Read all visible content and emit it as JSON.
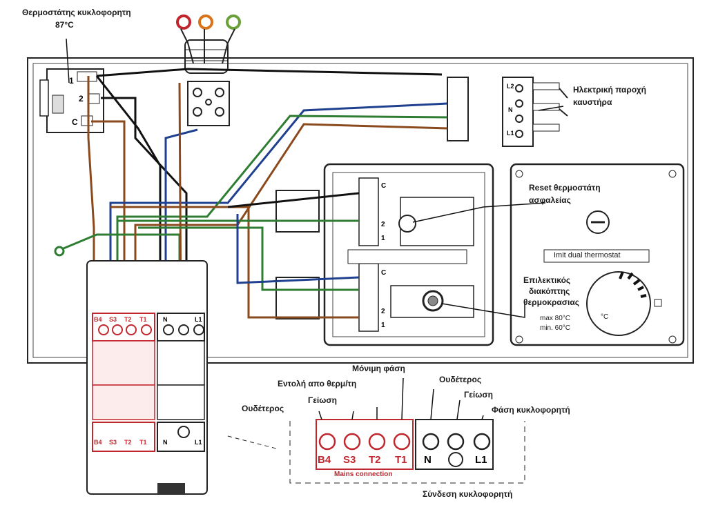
{
  "labels": {
    "circ_thermostat": "Θερμοστάτης κυκλοφορητη",
    "circ_temp": "87°C",
    "power_supply_line1": "Ηλεκτρική παροχή",
    "power_supply_line2": "καυστήρα",
    "reset_line1": "Reset θερμοστάτη",
    "reset_line2": "ασφαλείας",
    "imit_dual": "Imit dual thermostat",
    "selector_line1": "Επιλεκτικός",
    "selector_line2": "διακόπτης",
    "selector_line3": "θερμοκρασιας",
    "max_temp": "max 80°C",
    "min_temp": "min. 60°C",
    "dial_unit": "°C",
    "permanent_phase": "Μόνιμη φάση",
    "command_thermostat": "Εντολή απο θερμ/τη",
    "earth_left": "Γείωση",
    "neutral_left": "Ουδέτερος",
    "neutral_right": "Ουδέτερος",
    "earth_right": "Γείωση",
    "pump_phase": "Φάση κυκλοφορητή",
    "mains_connection": "Mains connection",
    "pump_connection": "Σύνδεση κυκλοφορητή"
  },
  "thermostat_terminals": [
    "1",
    "2",
    "C"
  ],
  "supply_terminals": [
    "L2",
    "N",
    "L1"
  ],
  "thermo_unit_terminals": [
    "C",
    "2",
    "1"
  ],
  "block_terminals_red": [
    "B4",
    "S3",
    "T2",
    "T1"
  ],
  "block_terminals_white": [
    "N",
    "L1"
  ],
  "detail_terminals_red": [
    "B4",
    "S3",
    "T2",
    "T1"
  ],
  "detail_terminals_white": [
    "N",
    "L1"
  ],
  "wire_colors": {
    "brown": "#8b4a1e",
    "blue": "#1f3f8f",
    "black": "#111111",
    "green": "#2e7d32",
    "red": "#c0262d",
    "orange": "#d9731a"
  }
}
